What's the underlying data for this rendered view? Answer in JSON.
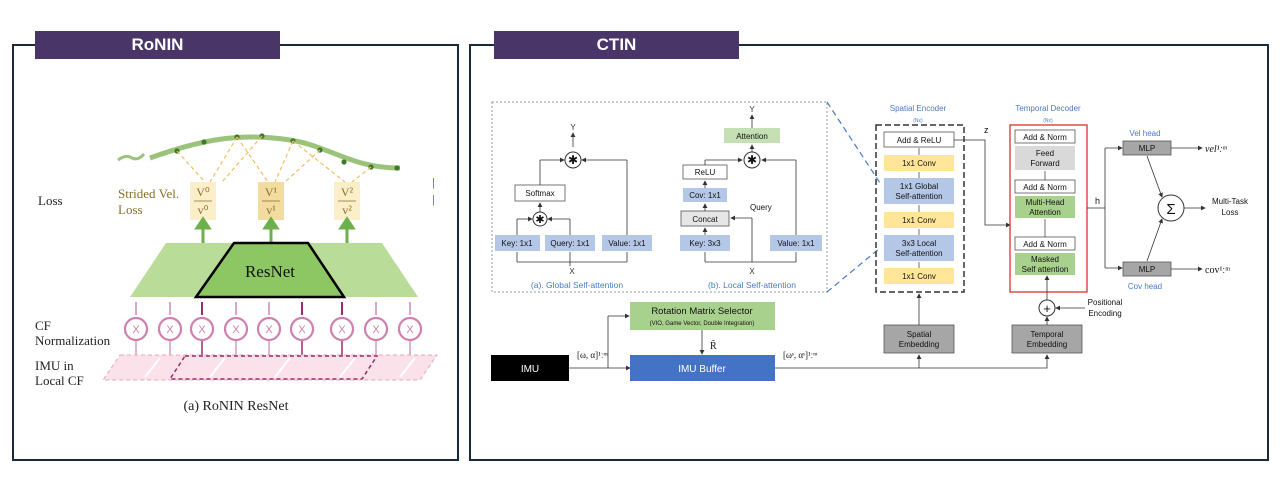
{
  "ronin": {
    "tab": "RoNIN",
    "loss_label": "Loss",
    "strided_vel_line1": "Strided Vel.",
    "strided_vel_line2": "Loss",
    "v_top": [
      "V⁰",
      "V¹",
      "V²"
    ],
    "v_bottom": [
      "v⁰",
      "v¹",
      "v²"
    ],
    "resnet_label": "ResNet",
    "cf_norm_line1": "CF",
    "cf_norm_line2": "Normalization",
    "imu_line1": "IMU in",
    "imu_line2": "Local CF",
    "caption": "(a) RoNIN ResNet",
    "multiply_symbol": "X"
  },
  "ctin": {
    "tab": "CTIN",
    "global_sa": {
      "caption": "(a). Global Self-attention",
      "y": "Y",
      "x": "X",
      "softmax": "Softmax",
      "key": "Key: 1x1",
      "query": "Query: 1x1",
      "value": "Value: 1x1"
    },
    "local_sa": {
      "caption": "(b). Local Self-attention",
      "y": "Y",
      "x": "X",
      "attention": "Attention",
      "relu": "ReLU",
      "cov": "Cov: 1x1",
      "concat": "Concat",
      "query": "Query",
      "key": "Key: 3x3",
      "value": "Value: 1x1"
    },
    "spatial_encoder": {
      "title": "Spatial Encoder",
      "nx": "(Nx)",
      "blocks": [
        "Add & ReLU",
        "1x1 Conv",
        "1x1 Global Self-attention",
        "1x1 Conv",
        "3x3 Local Self-attention",
        "1x1 Conv"
      ],
      "embedding": "Spatial Embedding",
      "z": "z"
    },
    "temporal_decoder": {
      "title": "Temporal Decoder",
      "nx": "(Nx)",
      "blocks": [
        "Add & Norm",
        "Feed Forward",
        "Add & Norm",
        "Multi-Head Attention",
        "Add & Norm",
        "Masked Self attention"
      ],
      "embedding": "Temporal Embedding",
      "positional": "Positional Encoding",
      "h": "h"
    },
    "heads": {
      "vel_head": "Vel head",
      "cov_head": "Cov head",
      "mlp": "MLP",
      "vel_out": "vel¹ːᵐ",
      "cov_out": "cov¹ːᵐ",
      "multi_task": "Multi-Task Loss",
      "sigma": "Σ"
    },
    "rotation_selector": {
      "title": "Rotation Matrix Selector",
      "subtitle": "(VIO, Game Vector, Double Integration)",
      "r_hat": "R̃"
    },
    "imu": "IMU",
    "imu_buffer": "IMU Buffer",
    "input_label": "[ω, α]¹ːᵐ",
    "buffer_out_label": "[ωˢ, αˢ]¹ːᵐ"
  },
  "colors": {
    "tab_purple": "#4a3569",
    "green_block": "#a8d08d",
    "yellow_block": "#ffe699",
    "blue_block": "#b4c7e7",
    "gray_block": "#a6a6a6",
    "imu_buffer_blue": "#4472c4",
    "pink_circle": "#d080b0",
    "curve_green": "#9bc47a"
  }
}
